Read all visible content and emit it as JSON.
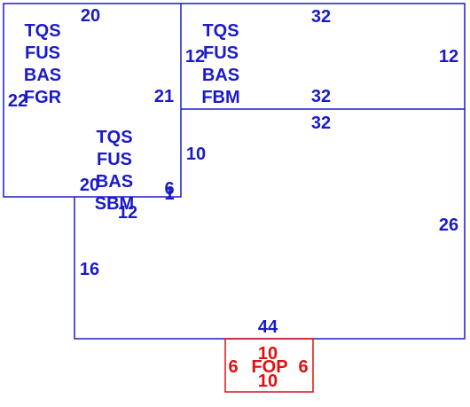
{
  "colors": {
    "structure": "#1a1ac8",
    "porch": "#e01010",
    "background": "#ffffff"
  },
  "areas": {
    "upper_left": {
      "lines": [
        "TQS",
        "FUS",
        "BAS",
        "FGR"
      ],
      "dims": {
        "top": "20",
        "left": "22",
        "right": "21"
      }
    },
    "upper_right": {
      "lines": [
        "TQS",
        "FUS",
        "BAS",
        "FBM"
      ],
      "dims": {
        "top": "32",
        "left": "12",
        "right": "12",
        "bottom": "32"
      }
    },
    "lower": {
      "lines": [
        "TQS",
        "FUS",
        "BAS",
        "SBM"
      ],
      "dims": {
        "top": "32",
        "inner_vertical": "10",
        "step_left": "20",
        "step_bottom": "12",
        "step_right_a": "6",
        "step_right_b": "1",
        "left": "16",
        "right": "26",
        "bottom": "44"
      }
    },
    "porch": {
      "label": "FOP",
      "dims": {
        "top": "10",
        "bottom": "10",
        "left": "6",
        "right": "6"
      }
    }
  }
}
